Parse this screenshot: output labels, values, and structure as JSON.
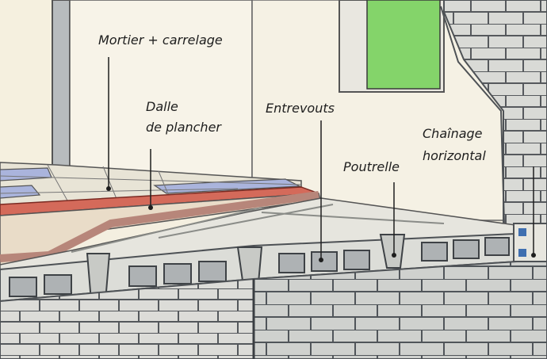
{
  "labels": {
    "mortier_carrelage": "Mortier + carrelage",
    "dalle_line1": "Dalle",
    "dalle_line2": "de plancher",
    "entrevouts": "Entrevouts",
    "poutrelle": "Poutrelle",
    "chainage_line1": "Chaînage",
    "chainage_line2": "horizontal"
  },
  "colors": {
    "paper": "#f4efe0",
    "wall_light": "#f7f3e8",
    "block_gray": "#d9dad6",
    "block_line": "#565a5e",
    "tile_blue": "#aab4dc",
    "tile_red": "#d46a5a",
    "slab_brown": "#b7867a",
    "window_green": "#84d46a",
    "chainage_blue": "#3f6fb0"
  }
}
